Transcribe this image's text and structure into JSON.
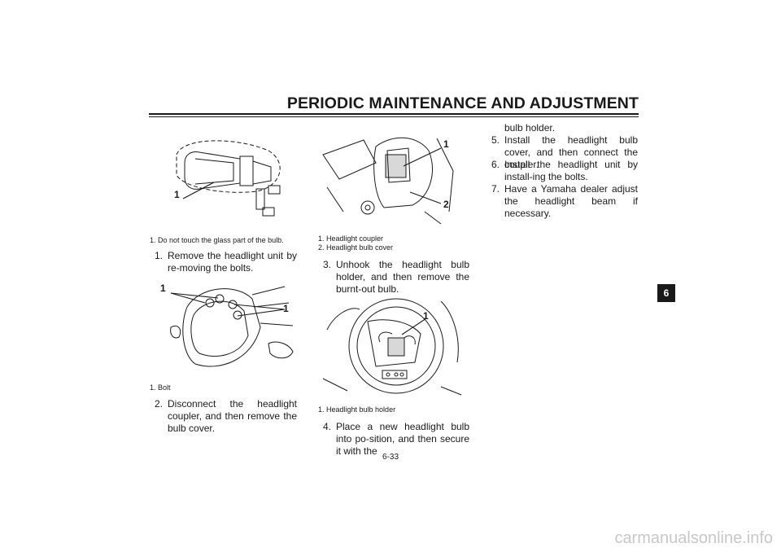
{
  "header": {
    "title": "PERIODIC MAINTENANCE AND ADJUSTMENT"
  },
  "chapter_tab": "6",
  "page_number": "6-33",
  "watermark": "carmanualsonline.info",
  "figures": {
    "bulb": {
      "callout": "1",
      "caption": "1. Do not touch the glass part of the bulb."
    },
    "bolts": {
      "callout_left": "1",
      "callout_right": "1",
      "caption": "1. Bolt"
    },
    "coupler": {
      "callout_1": "1",
      "callout_2": "2",
      "caption_1": "1. Headlight coupler",
      "caption_2": "2. Headlight bulb cover"
    },
    "holder": {
      "callout": "1",
      "caption": "1. Headlight bulb holder"
    }
  },
  "steps": [
    {
      "num": "1.",
      "text": "Remove the headlight unit by re-moving the bolts."
    },
    {
      "num": "2.",
      "text": "Disconnect the headlight coupler, and then remove the bulb cover."
    },
    {
      "num": "3.",
      "text": "Unhook the headlight bulb holder, and then remove the burnt-out bulb."
    },
    {
      "num": "4.",
      "text": "Place a new headlight bulb into po-sition, and then secure it with the"
    },
    {
      "num": "5.",
      "text": "Install the headlight bulb cover, and then connect the coupler."
    },
    {
      "num": "6.",
      "text": "Install the headlight unit by install-ing the bolts."
    },
    {
      "num": "7.",
      "text": "Have a Yamaha dealer adjust the headlight beam if necessary."
    }
  ],
  "step4_continuation": "bulb holder."
}
